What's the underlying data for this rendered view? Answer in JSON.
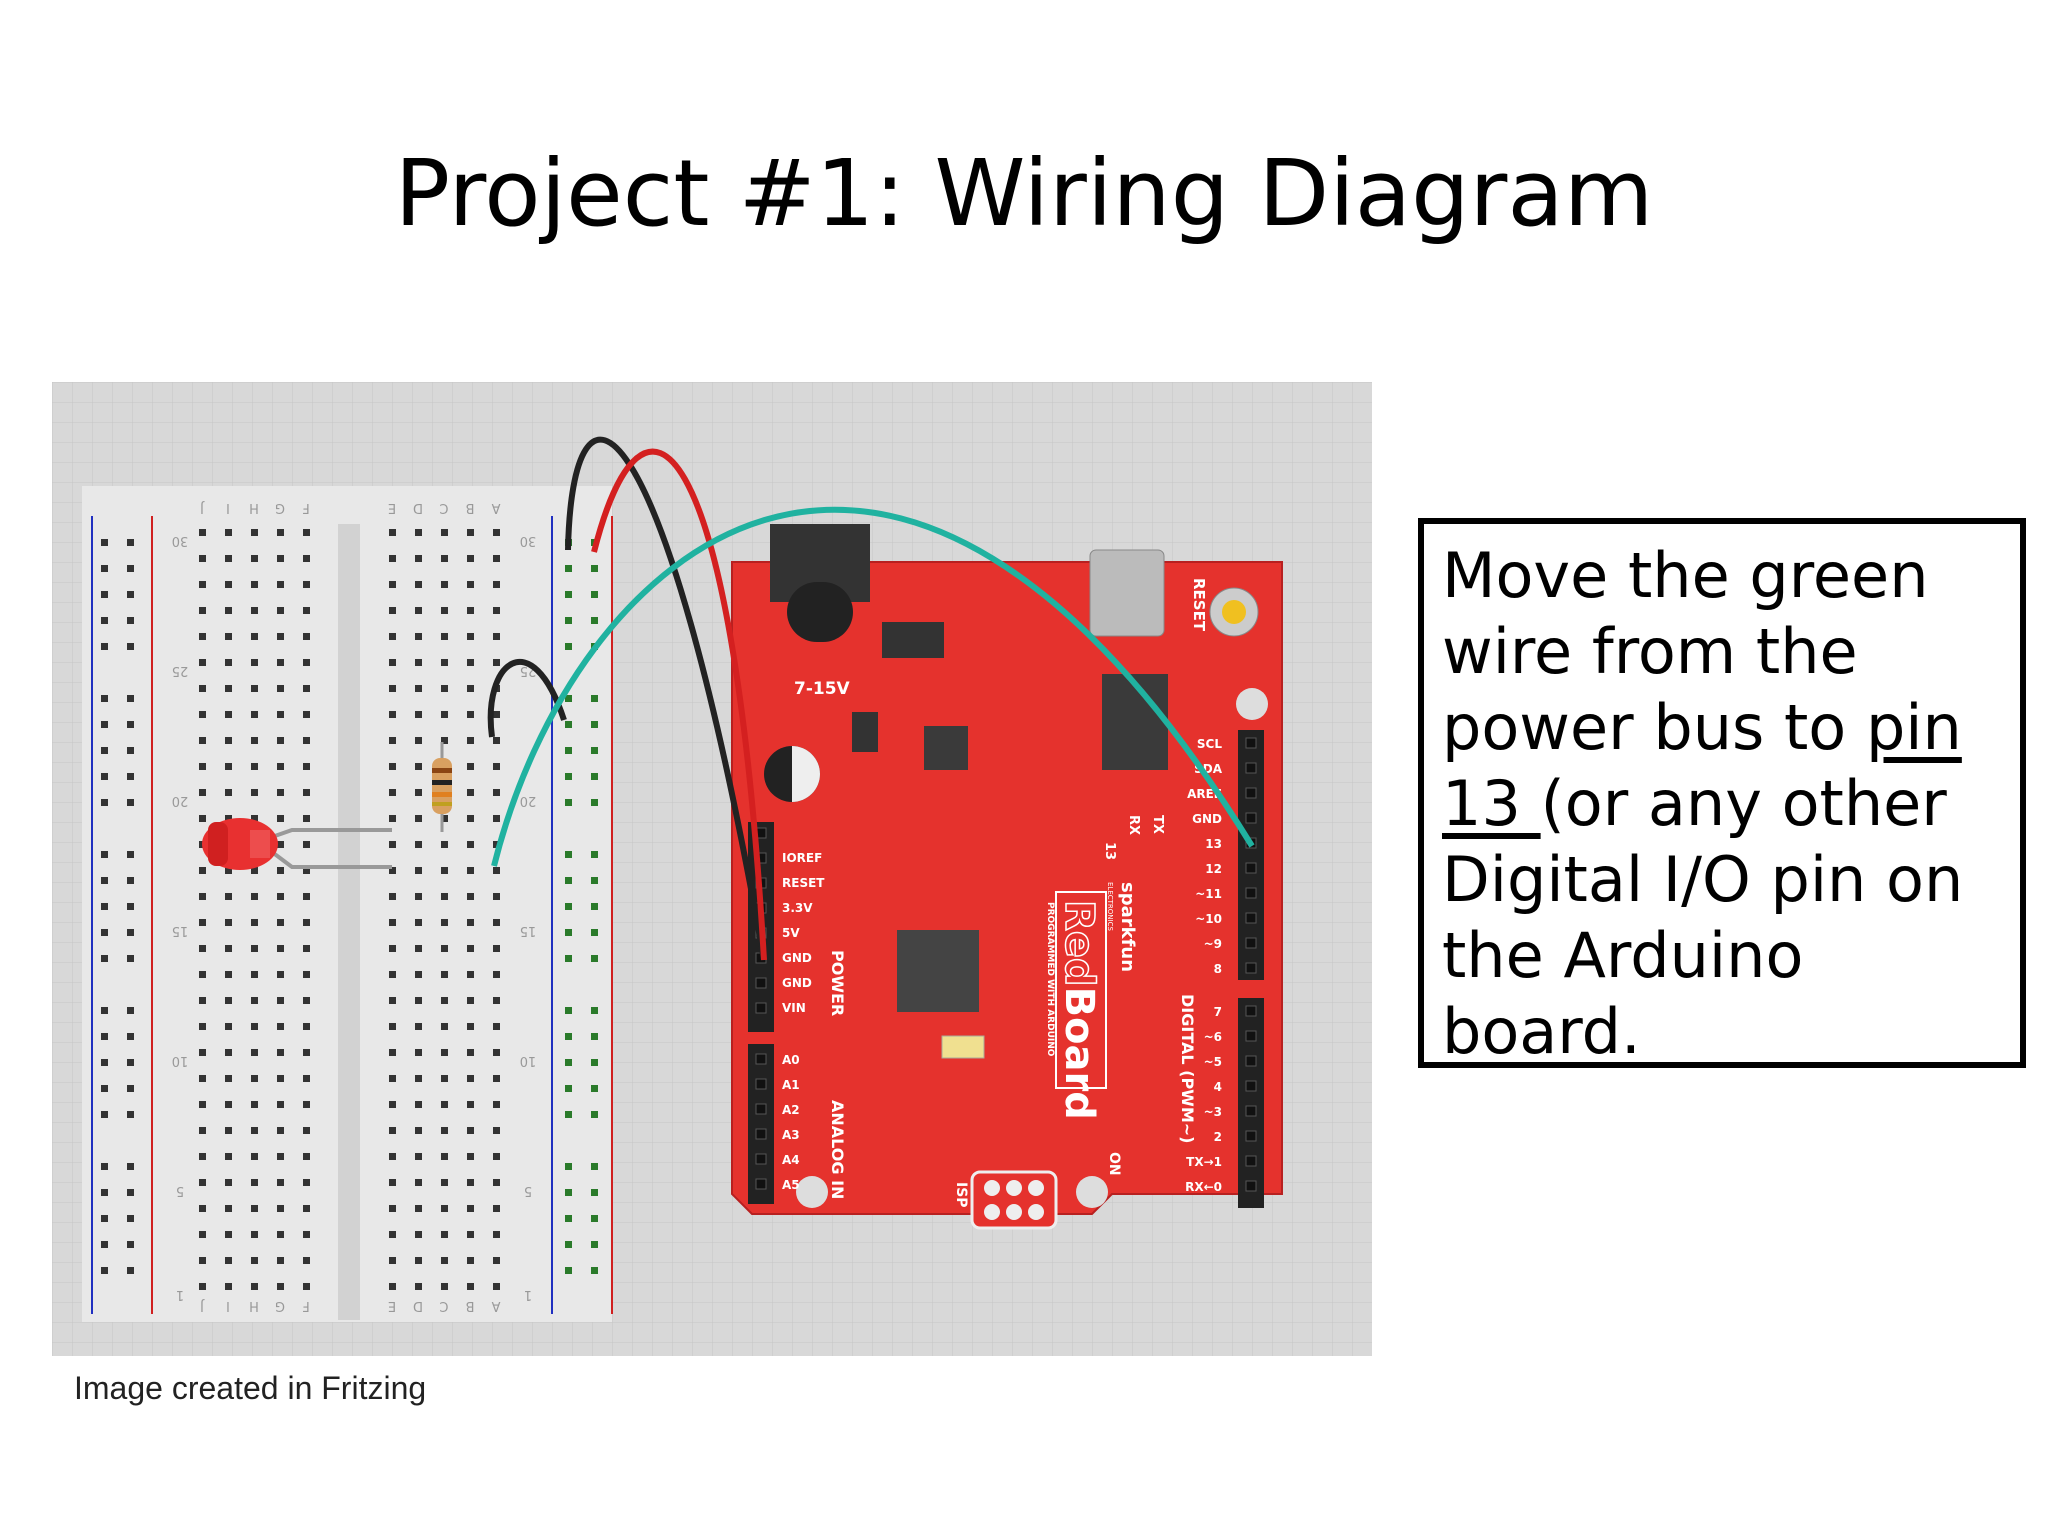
{
  "slide": {
    "title": "Project #1: Wiring Diagram",
    "caption": "Image created in Fritzing"
  },
  "note": {
    "text_before": "Move the green wire from the power bus to ",
    "link_text": "pin 13 ",
    "text_after": "(or any other Digital I/O pin on the Arduino board."
  },
  "breadboard": {
    "column_letters_left": [
      "J",
      "I",
      "H",
      "G",
      "F"
    ],
    "column_letters_right": [
      "E",
      "D",
      "C",
      "B",
      "A"
    ],
    "row_numbers": [
      "30",
      "25",
      "20",
      "15",
      "10",
      "5",
      "1"
    ]
  },
  "board": {
    "power_jack_label": "7-15V",
    "reset_label": "RESET",
    "brand": "sparkfun",
    "brand_sub": "ELECTRONICS",
    "name_red": "Red",
    "name_board": "Board",
    "tagline": "PROGRAMMED WITH ARDUINO",
    "power_pins": [
      "IOREF",
      "RESET",
      "3.3V",
      "5V",
      "GND",
      "GND",
      "VIN"
    ],
    "power_header": "POWER",
    "analog_pins": [
      "A0",
      "A1",
      "A2",
      "A3",
      "A4",
      "A5"
    ],
    "analog_header": "ANALOG IN",
    "digital_header": "DIGITAL (PWM~)",
    "digital_top_pins": [
      "SCL",
      "SDA",
      "AREF",
      "GND",
      "13",
      "12",
      "~11",
      "~10",
      "~9",
      "8"
    ],
    "digital_bottom_pins": [
      "7",
      "~6",
      "~5",
      "4",
      "~3",
      "2",
      "TX→1",
      "RX←0"
    ],
    "led_labels": [
      "13",
      "RX",
      "TX"
    ],
    "on_label": "ON",
    "isp_label": "ISP"
  },
  "colors": {
    "board_red": "#e5322d",
    "wire_green": "#20b2a0",
    "wire_red": "#d42020",
    "wire_black": "#222222",
    "grid_bg": "#d8d8d8"
  }
}
